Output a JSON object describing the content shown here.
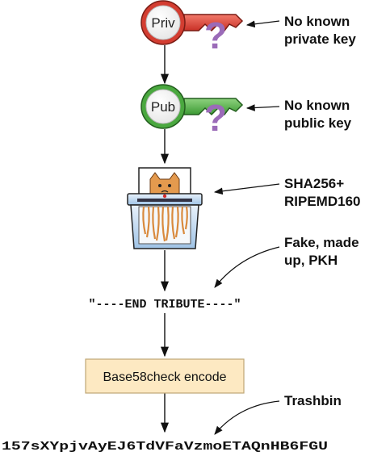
{
  "nodes": {
    "priv_key": {
      "label": "Priv",
      "mark": "?"
    },
    "pub_key": {
      "label": "Pub",
      "mark": "?"
    },
    "hash_step": {
      "icon": "shredder-with-cat-icon"
    },
    "string": {
      "text": "\"----END TRIBUTE----\""
    },
    "encode": {
      "label": "Base58check encode"
    },
    "address": {
      "text": "157sXYpjvAyEJ6TdVFaVzmoETAQnHB6FGU"
    }
  },
  "annotations": {
    "priv": [
      "No known",
      "private key"
    ],
    "pub": [
      "No known",
      "public key"
    ],
    "hash": [
      "SHA256+",
      "RIPEMD160"
    ],
    "pkh": [
      "Fake, made",
      "up, PKH"
    ],
    "trash": [
      "Trashbin"
    ]
  },
  "colors": {
    "priv_key": "#e0453a",
    "pub_key": "#56b54a",
    "question": "#9b6bb8",
    "encode_box": "#fde9c2"
  }
}
